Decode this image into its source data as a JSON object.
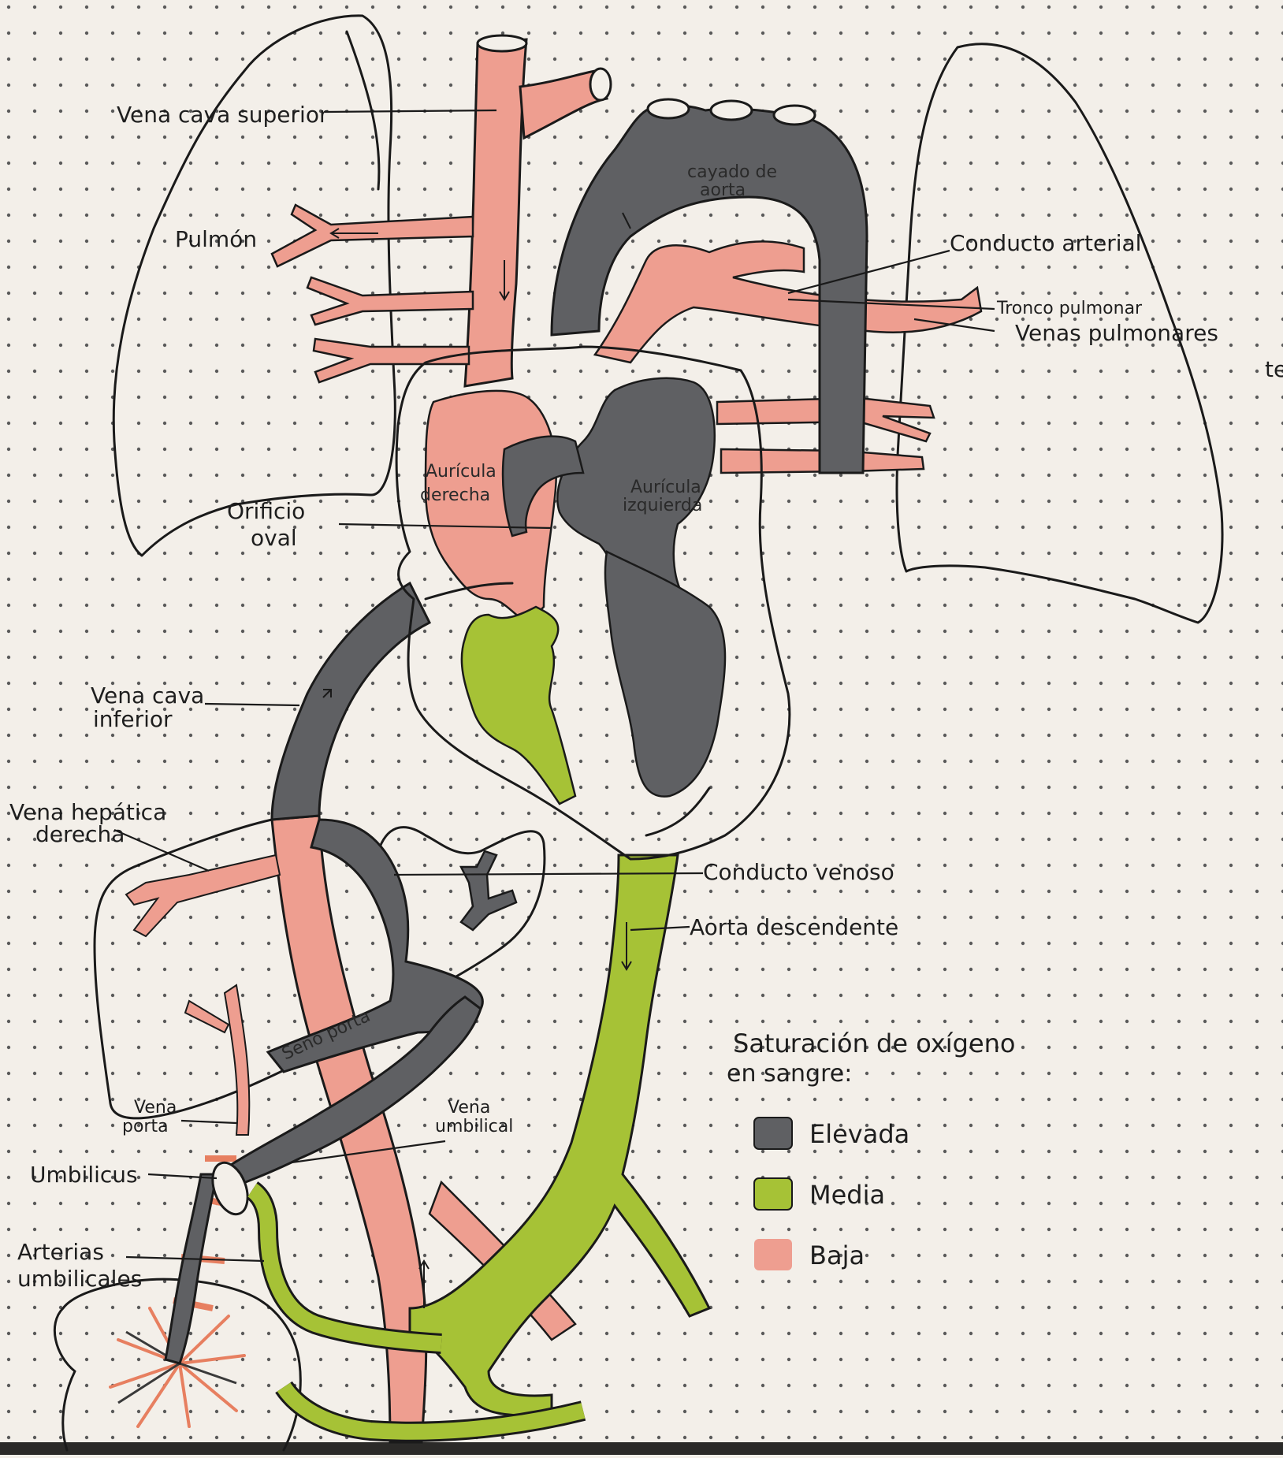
{
  "colors": {
    "paper": "#f3efe9",
    "dots": "#555555",
    "high": "#5f6063",
    "medium": "#a6c236",
    "low": "#ee9e90"
  },
  "labels": {
    "vena_cava_superior": "Vena cava superior",
    "pulmon": "Pulmón",
    "cayado_1": "cayado de",
    "cayado_2": "aorta",
    "conducto_arterial": "Conducto arterial",
    "tronco_pulmonar": "Tronco pulmonar",
    "venas_pulmonares": "Venas pulmonares",
    "auricula_der_1": "Aurícula",
    "auricula_der_2": "derecha",
    "auricula_izq_1": "Aurícula",
    "auricula_izq_2": "izquierda",
    "orificio_1": "Orificio",
    "orificio_2": "oval",
    "vci_1": "Vena cava",
    "vci_2": "inferior",
    "hepatica_1": "Vena hepática",
    "hepatica_2": "derecha",
    "conducto_venoso": "Conducto venoso",
    "aorta_descendente": "Aorta descendente",
    "seno_porta": "Seno porta",
    "vena_porta_1": "Vena",
    "vena_porta_2": "porta",
    "vena_umbilical_1": "Vena",
    "vena_umbilical_2": "umbilical",
    "umbilicus": "Umbilicus",
    "arterias_1": "Arterias",
    "arterias_2": "umbilicales",
    "edge_fragment": "te"
  },
  "legend": {
    "title_1": "Saturación de oxígeno",
    "title_2": "en sangre:",
    "items": [
      {
        "label": "Elevada",
        "color": "#5f6063"
      },
      {
        "label": "Media",
        "color": "#a6c236"
      },
      {
        "label": "Baja",
        "color": "#ee9e90"
      }
    ]
  }
}
